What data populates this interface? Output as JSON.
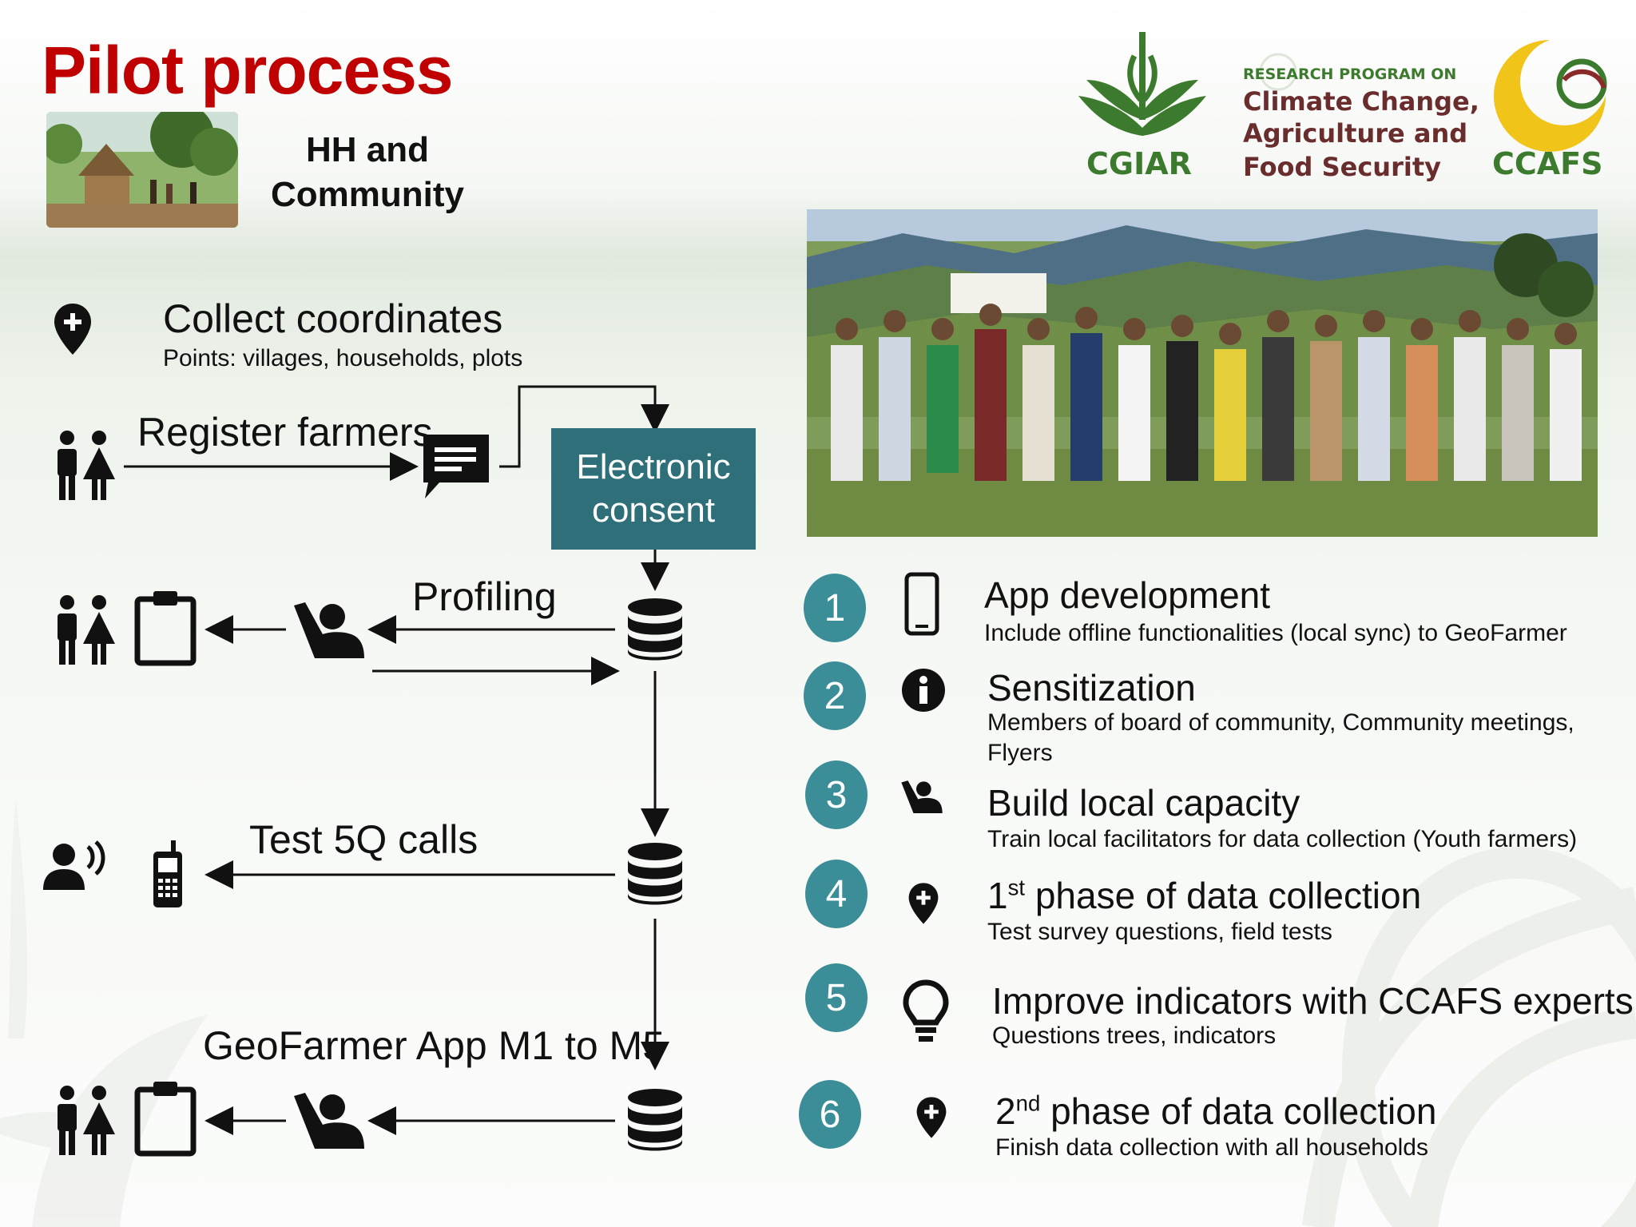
{
  "title": "Pilot process",
  "hh_label": [
    "HH and",
    "Community"
  ],
  "flow": {
    "collect_coordinates": "Collect coordinates",
    "collect_points": "Points: villages, households, plots",
    "register_farmers": "Register farmers",
    "electronic_consent": [
      "Electronic",
      "consent"
    ],
    "profiling": "Profiling",
    "test_calls": "Test 5Q calls",
    "geofarmer_app": "GeoFarmer App M1 to M5"
  },
  "logos": {
    "cgiar": "CGIAR",
    "ccafs": "CCAFS",
    "program_lines": [
      "RESEARCH PROGRAM ON",
      "Climate Change,",
      "Agriculture and",
      "Food Security"
    ]
  },
  "steps": [
    {
      "number": "1",
      "title": "App development",
      "desc": "Include offline functionalities (local sync) to GeoFarmer",
      "icon": "smartphone-icon"
    },
    {
      "number": "2",
      "title": "Sensitization",
      "desc": "Members of board of community, Community meetings, Flyers",
      "icon": "info-icon"
    },
    {
      "number": "3",
      "title": "Build local capacity",
      "desc": "Train local facilitators for data collection (Youth farmers)",
      "icon": "trainer-icon"
    },
    {
      "number": "4",
      "title_sup": "st",
      "title_pre": "1",
      "title_rest": " phase of data collection",
      "desc": "Test survey questions, field tests",
      "icon": "location-pin-icon"
    },
    {
      "number": "5",
      "title": "Improve indicators with CCAFS experts",
      "desc": "Questions trees, indicators",
      "icon": "lightbulb-icon"
    },
    {
      "number": "6",
      "title_sup": "nd",
      "title_pre": "2",
      "title_rest": " phase of data collection",
      "desc": "Finish data collection with all households",
      "icon": "location-pin-icon"
    }
  ],
  "colors": {
    "title": "#c00000",
    "consent_box": "#2f6f79",
    "step_circle": "#3b8e98",
    "cgiar_green": "#3c7a2d",
    "ccafs_yellow": "#f0c419"
  }
}
